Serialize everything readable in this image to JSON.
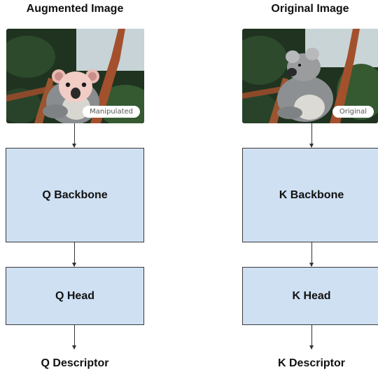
{
  "left": {
    "title": "Augmented Image",
    "badge": "Manipulated",
    "backbone": "Q Backbone",
    "head": "Q Head",
    "output": "Q Descriptor"
  },
  "right": {
    "title": "Original Image",
    "badge": "Original",
    "backbone": "K Backbone",
    "head": "K Head",
    "output": "K Descriptor"
  },
  "colors": {
    "box_fill": "#cfe0f3",
    "box_border": "#3a3a3a"
  }
}
